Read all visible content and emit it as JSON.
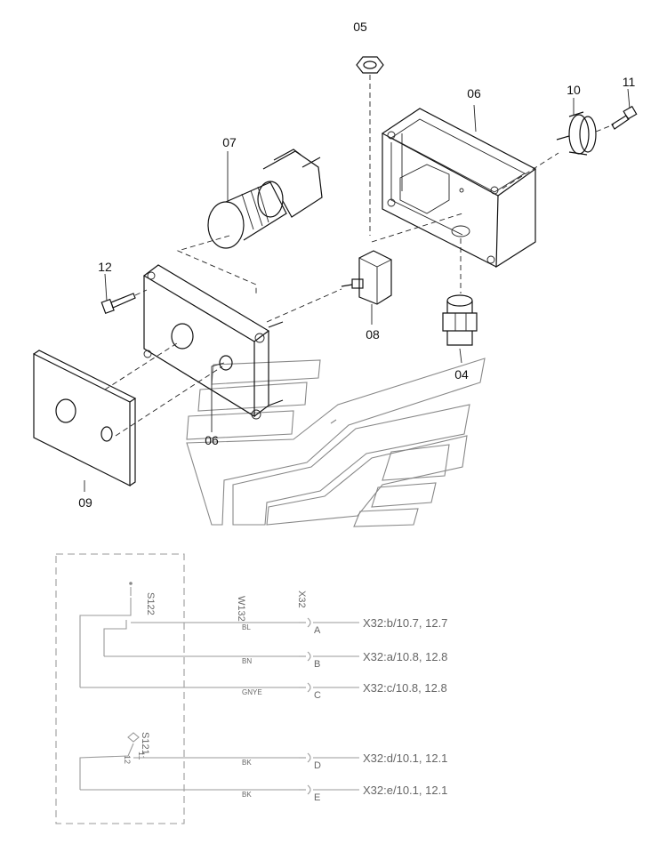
{
  "callouts": {
    "p04": "04",
    "p05": "05",
    "p06_box": "06",
    "p06_plate": "06",
    "p07": "07",
    "p08": "08",
    "p09": "09",
    "p10": "10",
    "p11": "11",
    "p12": "12"
  },
  "schematic": {
    "device_top": "S122",
    "device_bottom": "S121",
    "cable": "W132",
    "connector": "X32",
    "contact_11": "11",
    "contact_12": "12",
    "wires": [
      {
        "color": "BL",
        "pin": "A",
        "ref": "X32:b/10.7, 12.7"
      },
      {
        "color": "BN",
        "pin": "B",
        "ref": "X32:a/10.8, 12.8"
      },
      {
        "color": "GNYE",
        "pin": "C",
        "ref": "X32:c/10.8, 12.8"
      },
      {
        "color": "BK",
        "pin": "D",
        "ref": "X32:d/10.1, 12.1"
      },
      {
        "color": "BK",
        "pin": "E",
        "ref": "X32:e/10.1, 12.1"
      }
    ]
  }
}
